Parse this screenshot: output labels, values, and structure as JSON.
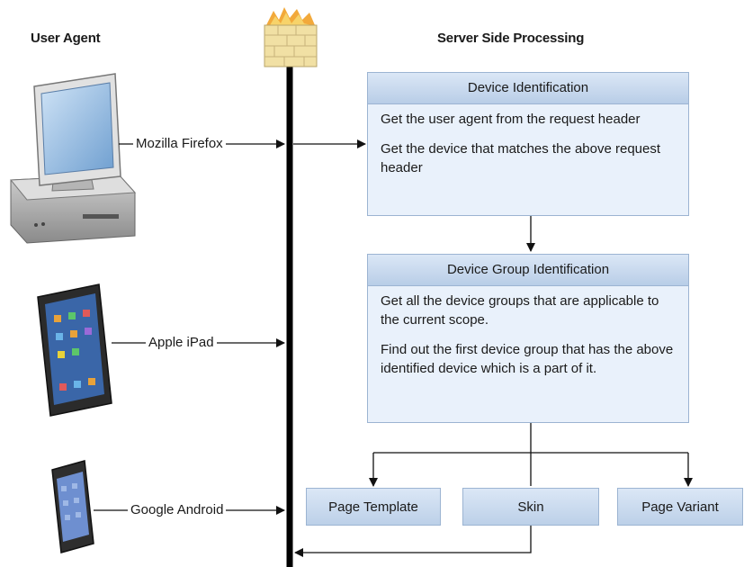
{
  "headings": {
    "user_agent": "User Agent",
    "server_side": "Server Side Processing"
  },
  "devices": [
    {
      "label": "Mozilla Firefox",
      "icon": "desktop-computer-icon"
    },
    {
      "label": "Apple iPad",
      "icon": "tablet-icon"
    },
    {
      "label": "Google Android",
      "icon": "smartphone-icon"
    }
  ],
  "firewall_icon": "firewall-icon",
  "boxes": {
    "device_identification": {
      "title": "Device Identification",
      "lines": [
        "Get the user agent from the request header",
        "Get the device that matches the above request header"
      ]
    },
    "device_group_identification": {
      "title": "Device Group Identification",
      "lines": [
        "Get all the device groups that are applicable to the current scope.",
        "Find out the first device group that has the above identified device which is a part of it."
      ]
    }
  },
  "outputs": [
    "Page Template",
    "Skin",
    "Page Variant"
  ],
  "colors": {
    "box_fill": "#e9f1fb",
    "box_header": "#c6d7ec",
    "box_border": "#9cb4d2",
    "wall_fill": "#f3e3a8"
  }
}
